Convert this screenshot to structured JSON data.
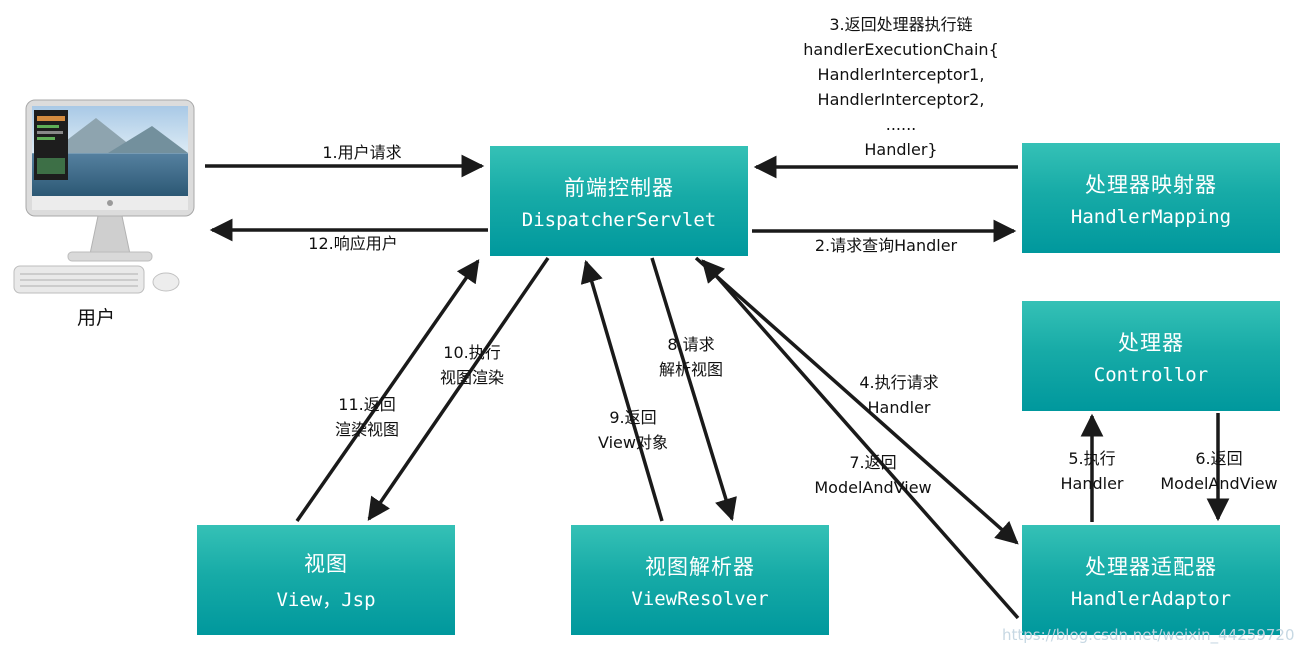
{
  "user": {
    "label": "用户"
  },
  "boxes": {
    "dispatcher": {
      "line1": "前端控制器",
      "line2": "DispatcherServlet"
    },
    "handler_mapping": {
      "line1": "处理器映射器",
      "line2": "HandlerMapping"
    },
    "controller": {
      "line1": "处理器",
      "line2": "Controllor"
    },
    "handler_adaptor": {
      "line1": "处理器适配器",
      "line2": "HandlerAdaptor"
    },
    "view_resolver": {
      "line1": "视图解析器",
      "line2": "ViewResolver"
    },
    "view": {
      "line1": "视图",
      "line2": "View，Jsp"
    }
  },
  "arrows": {
    "step1": {
      "line1": "1.用户请求"
    },
    "step2": {
      "line1": "2.请求查询Handler"
    },
    "step3": {
      "line1": "3.返回处理器执行链",
      "line2": "handlerExecutionChain{",
      "line3": "HandlerInterceptor1,",
      "line4": "HandlerInterceptor2,",
      "line5": "......",
      "line6": "Handler}"
    },
    "step4": {
      "line1": "4.执行请求",
      "line2": "Handler"
    },
    "step5": {
      "line1": "5.执行",
      "line2": "Handler"
    },
    "step6": {
      "line1": "6.返回",
      "line2": "ModelAndView"
    },
    "step7": {
      "line1": "7.返回",
      "line2": "ModelAndView"
    },
    "step8": {
      "line1": "8.请求",
      "line2": "解析视图"
    },
    "step9": {
      "line1": "9.返回",
      "line2": "View对象"
    },
    "step10": {
      "line1": "10.执行",
      "line2": "视图渲染"
    },
    "step11": {
      "line1": "11.返回",
      "line2": "渲染视图"
    },
    "step12": {
      "line1": "12.响应用户"
    }
  },
  "watermark": "https://blog.csdn.net/weixin_44259720",
  "colors": {
    "box_gradient_top": "#35c1b6",
    "box_gradient_bottom": "#00989d",
    "arrow": "#1a1a1a",
    "watermark": "#c4d6e2"
  }
}
